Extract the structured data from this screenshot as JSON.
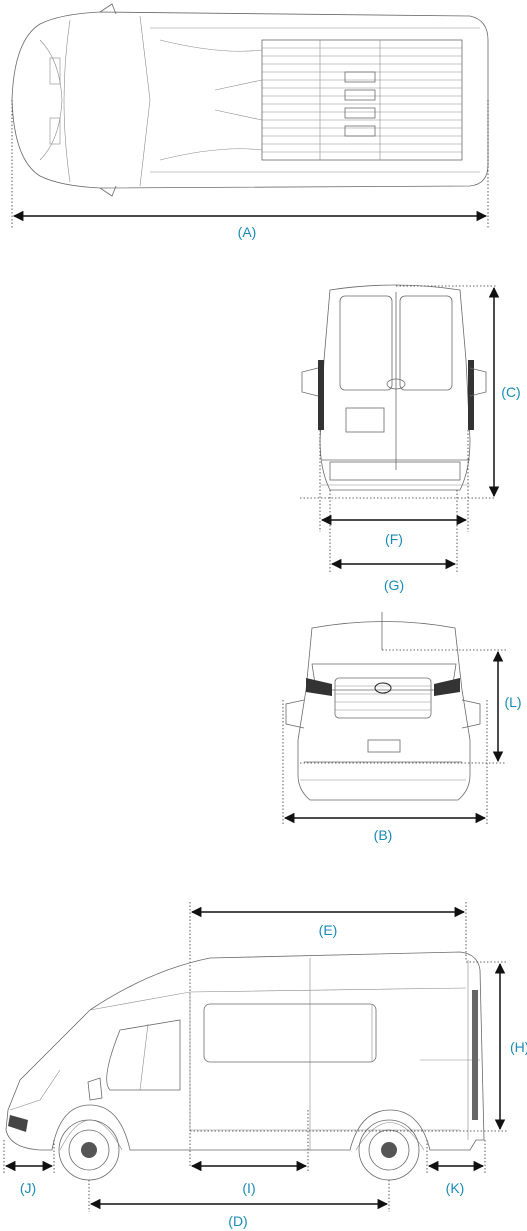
{
  "colors": {
    "label": "#1a8bb5",
    "line": "#6a6a6a",
    "arrow": "#111111"
  },
  "labels": {
    "A": "(A)",
    "B": "(B)",
    "C": "(C)",
    "D": "(D)",
    "E": "(E)",
    "F": "(F)",
    "G": "(G)",
    "H": "(H)",
    "I": "(I)",
    "J": "(J)",
    "K": "(K)",
    "L": "(L)"
  }
}
